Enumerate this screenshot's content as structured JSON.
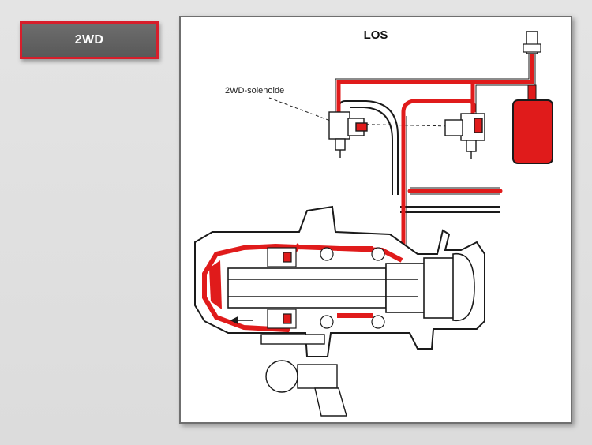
{
  "badge": {
    "label": "2WD"
  },
  "diagram": {
    "title": "LOS",
    "callout": "2WD-solenoide"
  },
  "colors": {
    "accent": "#d71e2b",
    "pressure_line": "#e01b1b",
    "badge_bg": "#626262",
    "line_art": "#1a1a1a"
  }
}
